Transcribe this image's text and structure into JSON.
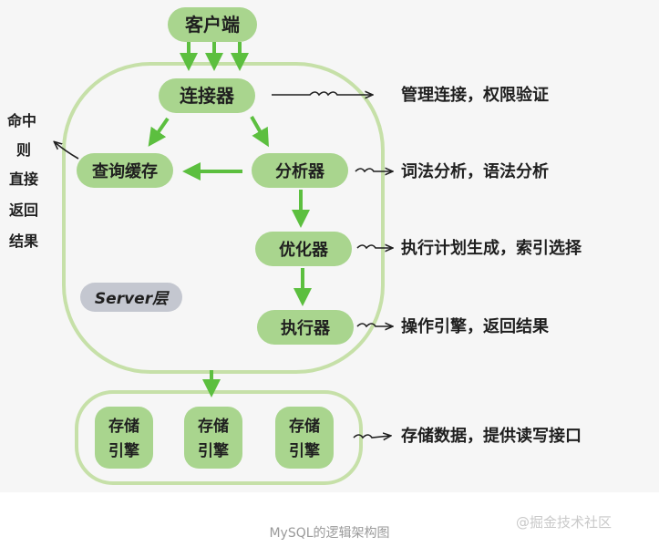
{
  "diagram": {
    "client": "客户端",
    "connector": "连接器",
    "query_cache": "查询缓存",
    "analyzer": "分析器",
    "optimizer": "优化器",
    "executor": "执行器",
    "server_layer": "Server层",
    "engines": [
      {
        "line1": "存储",
        "line2": "引擎"
      },
      {
        "line1": "存储",
        "line2": "引擎"
      },
      {
        "line1": "存储",
        "line2": "引擎"
      }
    ],
    "side_note": [
      "命中",
      "则",
      "直接",
      "返回",
      "结果"
    ],
    "annotations": {
      "connector": "管理连接，权限验证",
      "analyzer": "词法分析，语法分析",
      "optimizer": "执行计划生成，索引选择",
      "executor": "操作引擎，返回结果",
      "engine": "存储数据，提供读写接口"
    },
    "colors": {
      "pill": "#a9d58e",
      "frame": "#c6e0a8",
      "arrow": "#5cbf3f",
      "server_badge": "#c4c7d0"
    }
  },
  "caption": "MySQL的逻辑架构图",
  "watermark": "@掘金技术社区"
}
